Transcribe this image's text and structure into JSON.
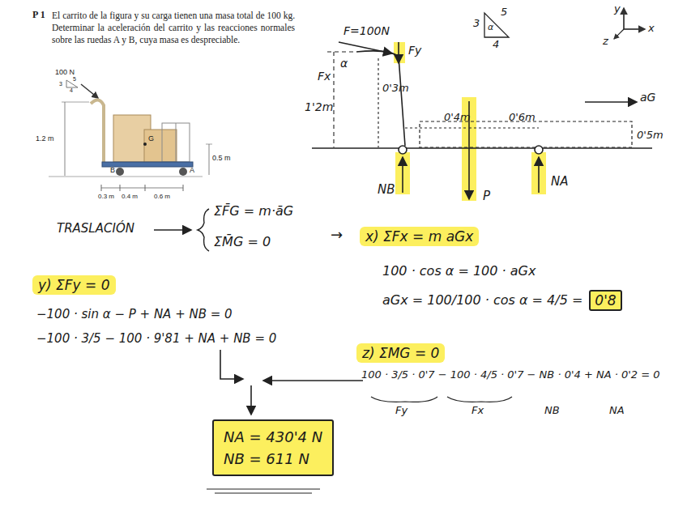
{
  "diagram": {
    "nodes": [
      {
        "text": [
          "x) ΣFx = m aGx"
        ]
      },
      {
        "text": [
          "y) ΣFy = 0"
        ]
      },
      {
        "text": [
          "0'8"
        ]
      },
      {
        "text": [
          "z) ΣMG = 0"
        ]
      },
      {
        "text": [
          "NA = 430'4 N",
          "NB = 611 N"
        ]
      }
    ],
    "labels": [
      "P 1",
      "El carrito de la figura y su carga tienen una masa total de 100 kg. Determinar la aceleración del carrito y las reacciones normales sobre las ruedas A y B, cuya masa es despreciable.",
      "100 N",
      "3",
      "5",
      "4",
      "1.2 m",
      "G",
      "0.5 m",
      "B",
      "A",
      "0.3 m",
      "0.4 m",
      "0.6 m",
      "F=100N",
      "3",
      "5",
      "4",
      "α",
      "y",
      "x",
      "z",
      "α",
      "Fy",
      "Fx",
      "0'3m",
      "1'2m",
      "0'4m",
      "0'6m",
      "0'5m",
      "aG",
      "NB",
      "P",
      "NA",
      "TRASLACIÓN",
      "ΣF̄G = m·āG",
      "ΣM̄G = 0",
      "→",
      "100 · cos α = 100 · aGx",
      "aGx = 100/100 · cos α = 4/5 =",
      "−100 · sin α − P + NA + NB = 0",
      "−100 · 3/5 − 100 · 9'81 + NA + NB = 0",
      "100 · 3/5 · 0'7 − 100 · 4/5 · 0'7 − NB · 0'4 + NA · 0'2 = 0",
      "Fy",
      "Fx",
      "NB",
      "NA"
    ]
  }
}
